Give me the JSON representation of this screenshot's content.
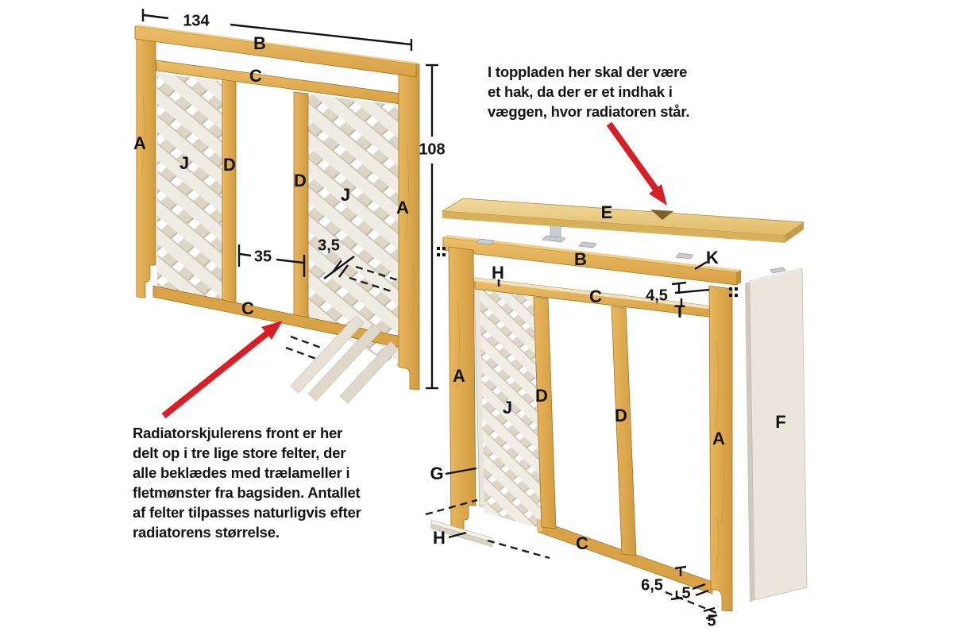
{
  "notes": {
    "top_plate": {
      "line1": "I toppladen her skal der være",
      "line2": "et hak, da der er et indhak i",
      "line3": "væggen, hvor radiatoren står."
    },
    "front_fields": {
      "line1": "Radiatorskjulerens front er her",
      "line2": "delt op i tre lige store felter, der",
      "line3": "alle beklædes med trælameller i",
      "line4": "fletmønster fra bagsiden. Antallet",
      "line5": "af felter tilpasses naturligvis efter",
      "line6": "radiatorens størrelse."
    }
  },
  "front_view": {
    "dims": {
      "total_width": "134",
      "total_height": "108",
      "middle_field_width": "35",
      "slat_width": "3,5"
    },
    "labels": {
      "top_rail": "B",
      "upper_rail": "C",
      "left_stile": "A",
      "lattice_left": "J",
      "mid_stile_left": "D",
      "mid_stile_right": "D",
      "lattice_right": "J",
      "right_stile": "A",
      "bottom_rail": "C"
    }
  },
  "exploded_view": {
    "dims": {
      "rail_inset": "4,5",
      "foot_height": "6,5",
      "foot_width": "5",
      "foot_side": "5"
    },
    "labels": {
      "top_plate": "E",
      "top_rail": "B",
      "bracket": "K",
      "top_strip": "H",
      "upper_rail": "C",
      "tee_mark": "T",
      "left_stile": "A",
      "lattice": "J",
      "mid_stile_left": "D",
      "mid_stile_right": "D",
      "right_stile": "A",
      "side_panel": "F",
      "side_strip": "G",
      "loose_strip": "H",
      "bottom_rail": "C"
    }
  },
  "colors": {
    "arrow_red": "#d71f26",
    "wood": "#dfa94f",
    "wood_light": "#efce86",
    "lattice": "#ddd7c9",
    "panel_cream": "#eae6dc"
  }
}
